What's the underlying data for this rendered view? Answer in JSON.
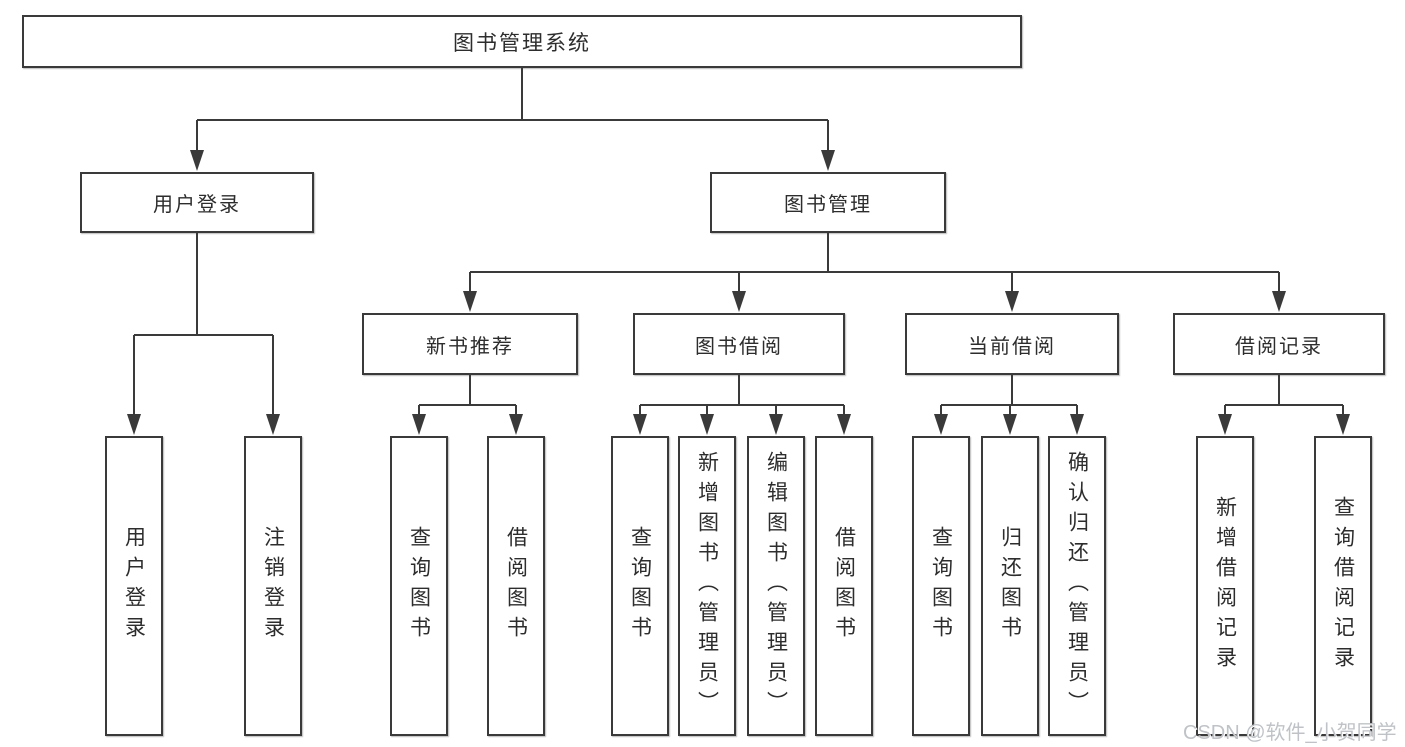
{
  "colors": {
    "line": "#3a3a3a",
    "box_border": "#3a3a3a",
    "text": "#2d2d2d",
    "background": "#ffffff",
    "watermark": "#bfc3c7"
  },
  "watermark": {
    "text": "CSDN @软件_小贺同学"
  },
  "tree": {
    "label": "图书管理系统",
    "children": [
      {
        "label": "用户登录",
        "children": [
          {
            "label": "用户登录"
          },
          {
            "label": "注销登录"
          }
        ]
      },
      {
        "label": "图书管理",
        "children": [
          {
            "label": "新书推荐",
            "children": [
              {
                "label": "查询图书"
              },
              {
                "label": "借阅图书"
              }
            ]
          },
          {
            "label": "图书借阅",
            "children": [
              {
                "label": "查询图书"
              },
              {
                "label": "新增图书（管理员）"
              },
              {
                "label": "编辑图书（管理员）"
              },
              {
                "label": "借阅图书"
              }
            ]
          },
          {
            "label": "当前借阅",
            "children": [
              {
                "label": "查询图书"
              },
              {
                "label": "归还图书"
              },
              {
                "label": "确认归还（管理员）"
              }
            ]
          },
          {
            "label": "借阅记录",
            "children": [
              {
                "label": "新增借阅记录"
              },
              {
                "label": "查询借阅记录"
              }
            ]
          }
        ]
      }
    ]
  }
}
